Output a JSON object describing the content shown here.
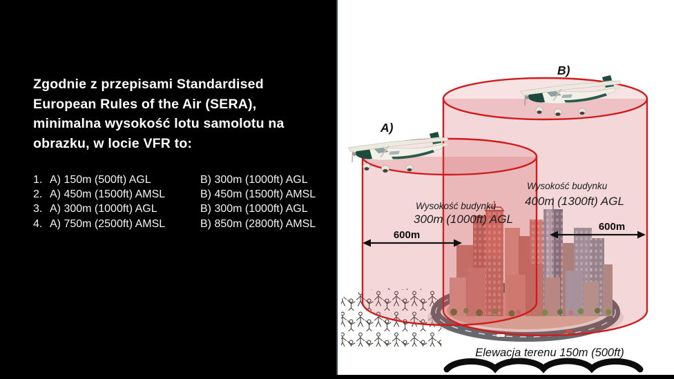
{
  "slide": {
    "question": {
      "title_lines": [
        "Zgodnie z przepisami Standardised",
        "European Rules of the Air (SERA),",
        "minimalna wysokość lotu samolotu na",
        "obrazku, w locie VFR to:"
      ],
      "options": [
        {
          "num": "1.",
          "a": "A) 150m (500ft) AGL",
          "b": "B) 300m (1000ft) AGL"
        },
        {
          "num": "2.",
          "a": "A) 450m (1500ft) AMSL",
          "b": "B) 450m (1500ft) AMSL"
        },
        {
          "num": "3.",
          "a": "A) 300m (1000ft) AGL",
          "b": "B) 300m (1000ft) AGL"
        },
        {
          "num": "4.",
          "a": "A) 750m (2500ft) AMSL",
          "b": "B) 850m (2800ft) AMSL"
        }
      ]
    },
    "diagram": {
      "zone_a_label": "A)",
      "zone_b_label": "B)",
      "building_a_caption": {
        "line1": "Wysokość budynku",
        "line2": "300m (1000ft) AGL"
      },
      "building_b_caption": {
        "line1": "Wysokość budynku",
        "line2": "400m (1300ft) AGL"
      },
      "radius_a_label": "600m",
      "radius_b_label": "600m",
      "terrain_caption": "Elewacja terenu 150m (500ft)",
      "colors": {
        "cylinder_stroke": "#cf1b1b",
        "cylinder_fill": "rgba(200,60,66,0.20)",
        "cylinder_top_fill": "rgba(210,90,95,0.17)"
      }
    }
  }
}
